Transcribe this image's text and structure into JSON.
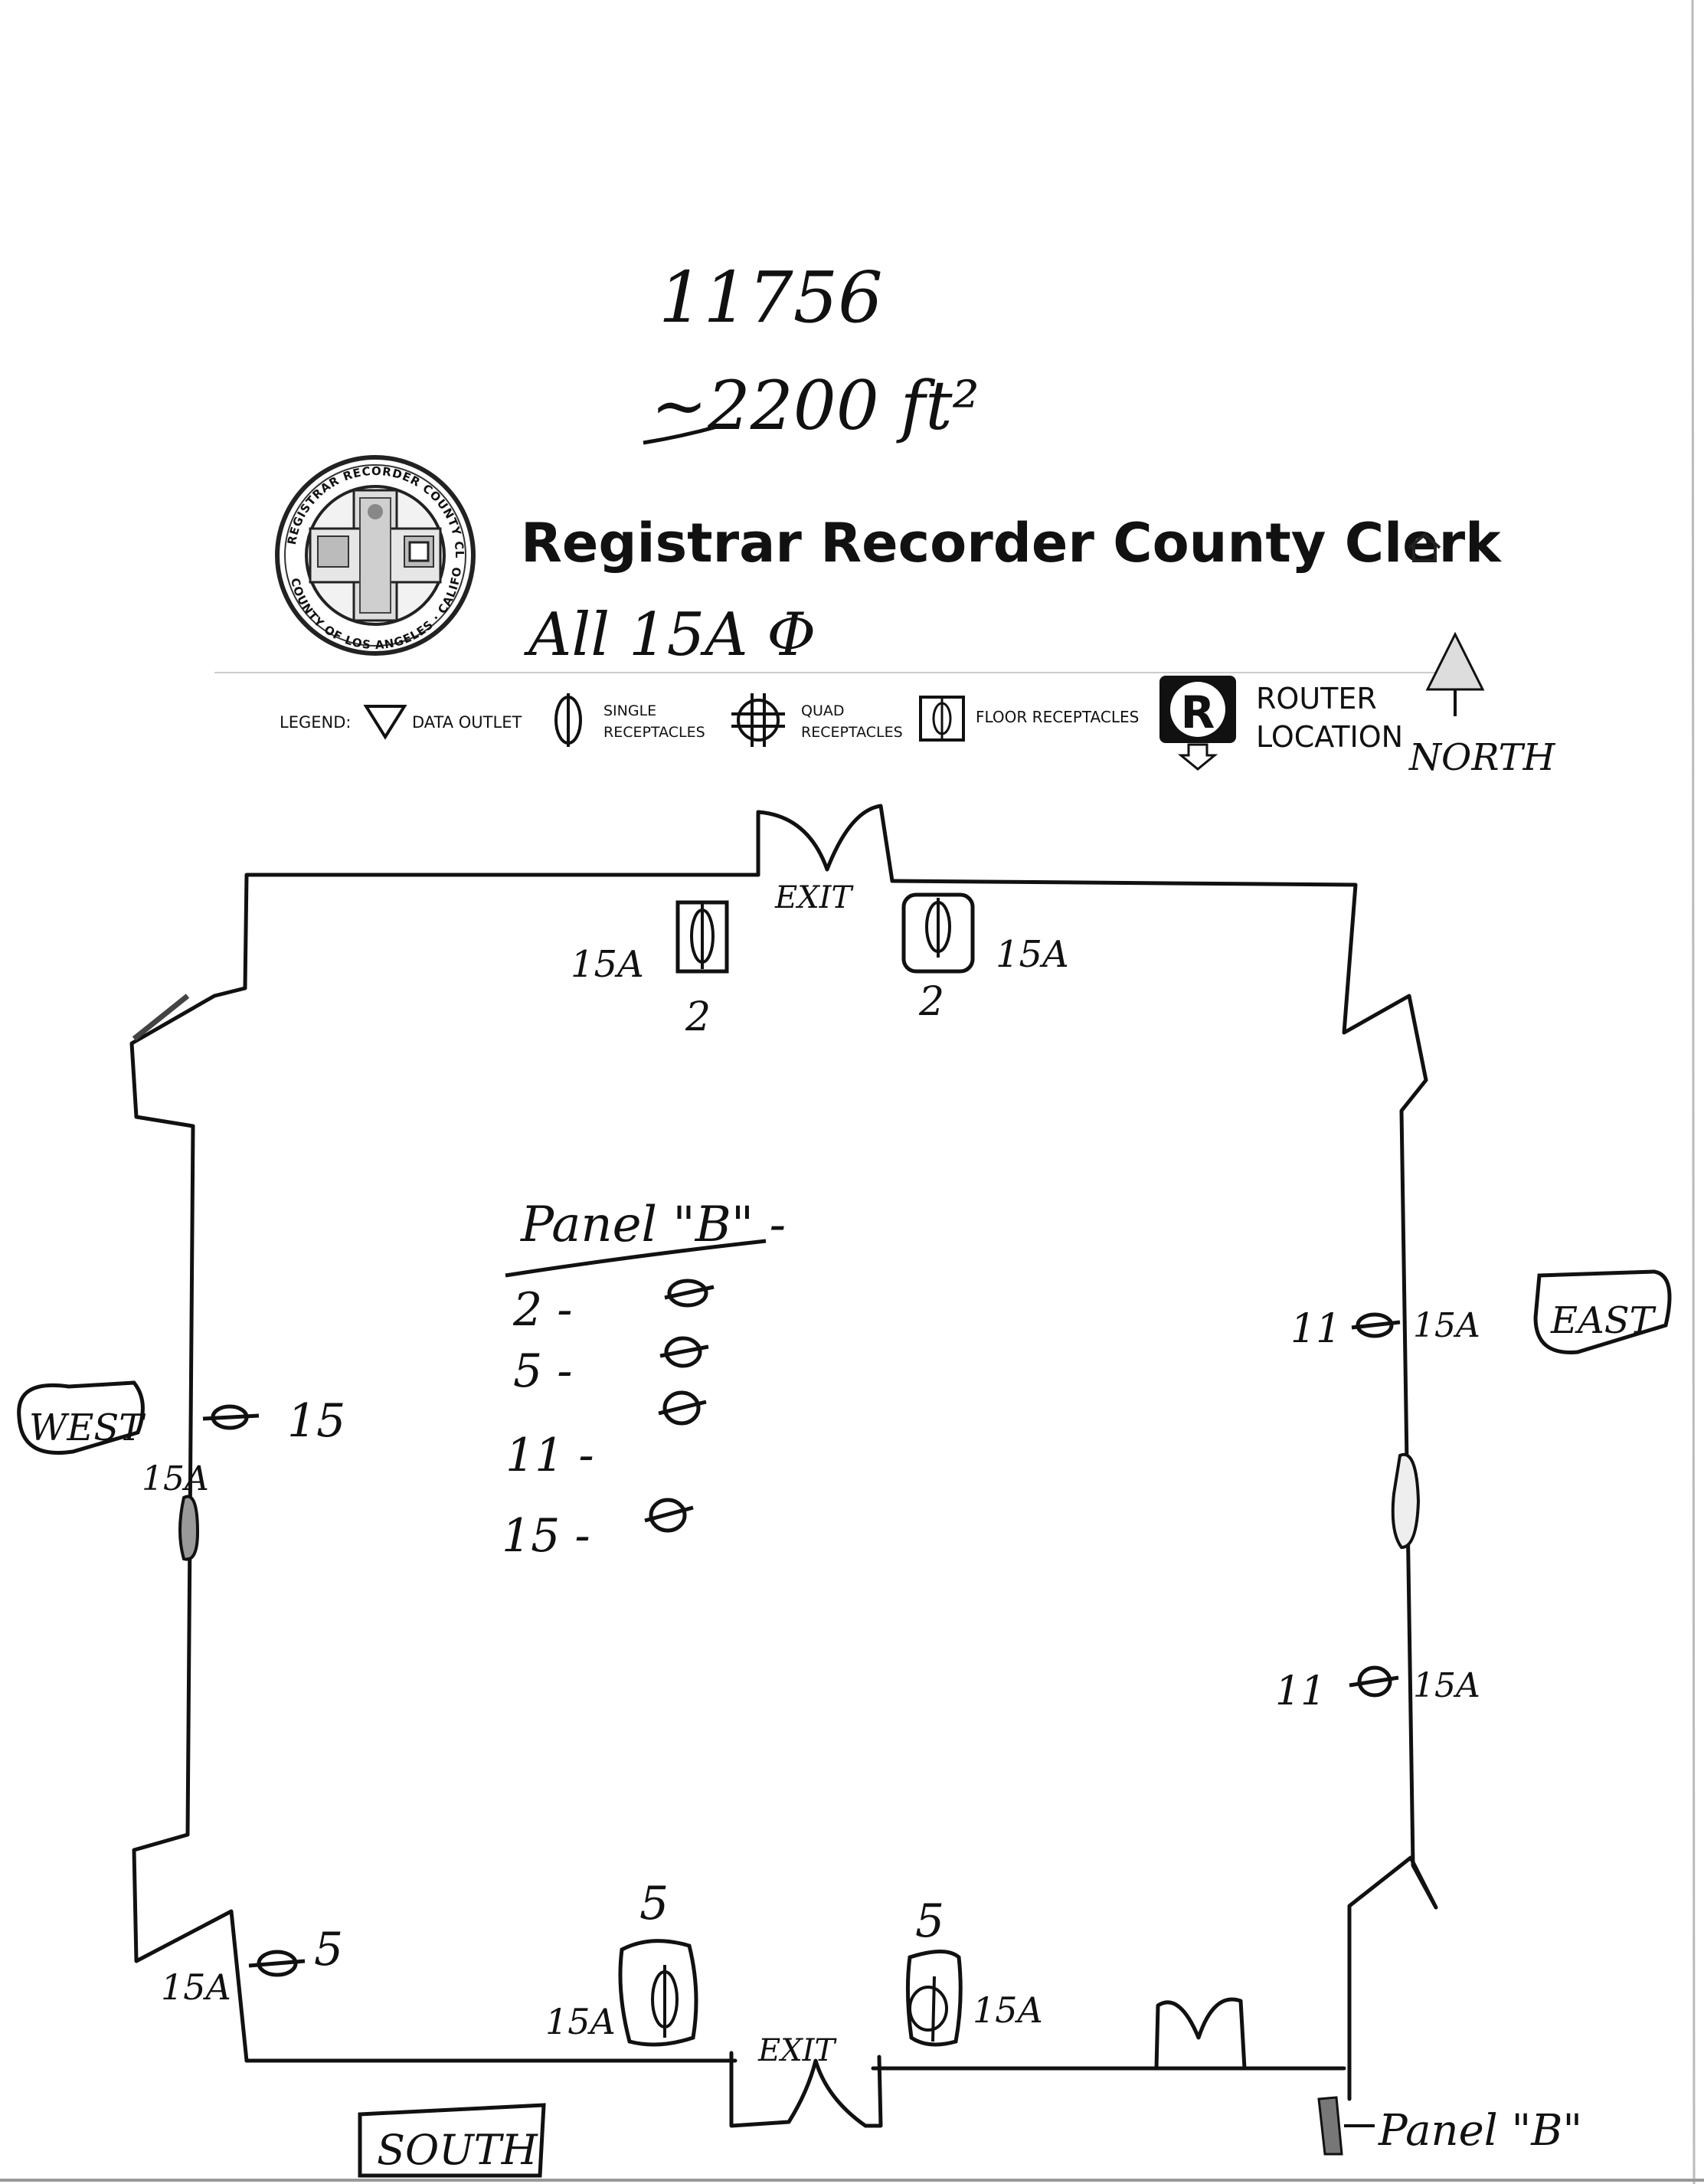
{
  "header": {
    "title": "Registrar Recorder County Clerk",
    "seal_text_top": "REGISTRAR RECORDER COUNTY CLERK",
    "seal_text_bottom": "COUNTY OF LOS ANGELES · CALIFORNIA",
    "handwritten_id": "11756",
    "handwritten_area": "~2200 ft²",
    "handwritten_note": "All 15A Φ"
  },
  "legend": {
    "label": "LEGEND:",
    "items": [
      {
        "icon": "triangle-icon",
        "label": "DATA OUTLET"
      },
      {
        "icon": "single-receptacle-icon",
        "label_line1": "SINGLE",
        "label_line2": "RECEPTACLES"
      },
      {
        "icon": "quad-receptacle-icon",
        "label_line1": "QUAD",
        "label_line2": "RECEPTACLES"
      },
      {
        "icon": "floor-receptacle-icon",
        "label": "FLOOR RECEPTACLES"
      },
      {
        "icon": "router-icon",
        "label_line1": "ROUTER",
        "label_line2": "LOCATION",
        "glyph": "R"
      }
    ],
    "north_label": "NORTH"
  },
  "plan": {
    "exit_top": "EXIT",
    "exit_bottom": "EXIT",
    "west_label": "WEST",
    "east_label": "EAST",
    "south_label": "SOUTH",
    "panel_title": "Panel \"B\" -",
    "panel_rows": [
      "2 -",
      "5 -",
      "11 -",
      "15 -"
    ],
    "panel_corner_label": "Panel \"B\"",
    "annotations": {
      "top_left_amp": "15A",
      "top_left_circuit": "2",
      "top_right_amp": "15A",
      "top_right_circuit": "2",
      "east_upper_circuit": "11",
      "east_upper_amp": "15A",
      "east_lower_circuit": "11",
      "east_lower_amp": "15A",
      "west_amp": "15A",
      "west_circuit": "15",
      "sw_amp": "15A",
      "sw_circuit": "5",
      "bottom_left_circuit": "5",
      "bottom_left_amp": "15A",
      "bottom_right_circuit": "5",
      "bottom_right_amp": "15A"
    }
  }
}
